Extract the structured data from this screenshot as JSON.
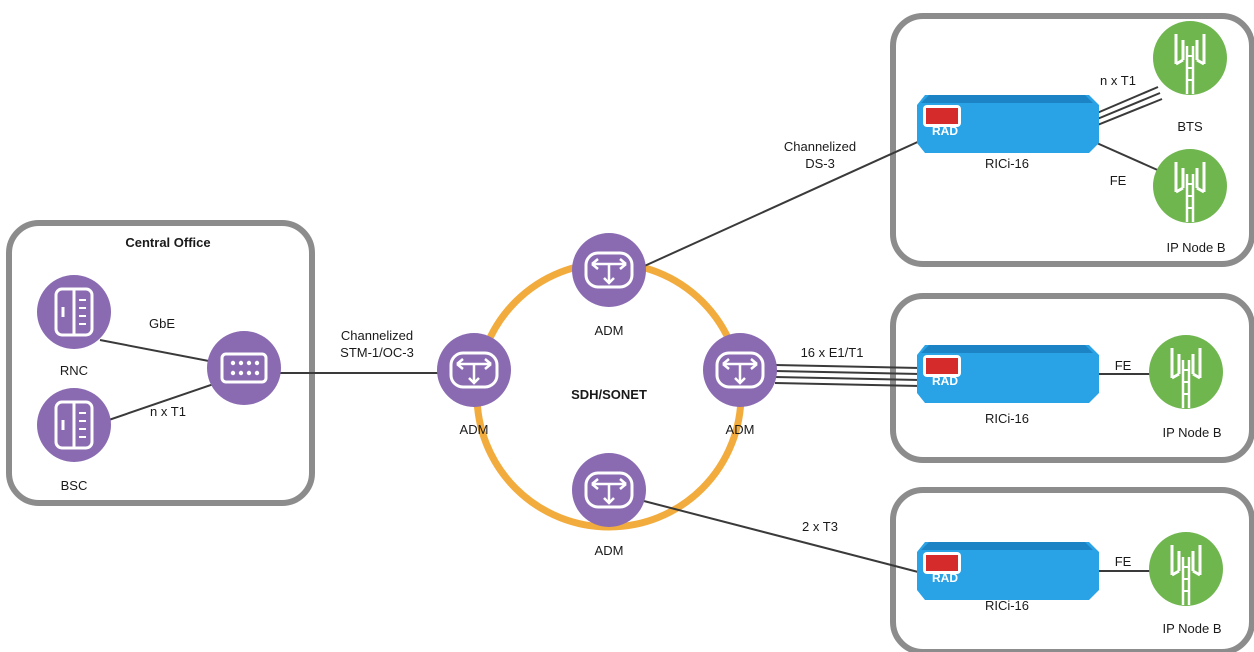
{
  "central_office": {
    "title": "Central Office",
    "rnc_label": "RNC",
    "bsc_label": "BSC",
    "gbe_label": "GbE",
    "nxt1_label": "n x T1"
  },
  "core": {
    "uplink_line1": "Channelized",
    "uplink_line2": "STM-1/OC-3",
    "ring_label": "SDH/SONET",
    "adm_left": "ADM",
    "adm_top": "ADM",
    "adm_right": "ADM",
    "adm_bottom": "ADM"
  },
  "site1": {
    "link_line1": "Channelized",
    "link_line2": "DS-3",
    "device_label": "RICi-16",
    "device_logo": "RAD",
    "nxt1_label": "n x T1",
    "bts_label": "BTS",
    "fe_label": "FE",
    "nodeb_label": "IP Node B"
  },
  "site2": {
    "link_label": "16 x E1/T1",
    "device_label": "RICi-16",
    "device_logo": "RAD",
    "fe_label": "FE",
    "nodeb_label": "IP Node B"
  },
  "site3": {
    "link_label": "2 x T3",
    "device_label": "RICi-16",
    "device_logo": "RAD",
    "fe_label": "FE",
    "nodeb_label": "IP Node B"
  },
  "colors": {
    "purple": "#8a6bb2",
    "green": "#6fb64f",
    "ring": "#f2ac3e",
    "device_blue": "#29a3e6",
    "rad_red": "#d52b2b",
    "box_border": "#8c8c8c"
  }
}
